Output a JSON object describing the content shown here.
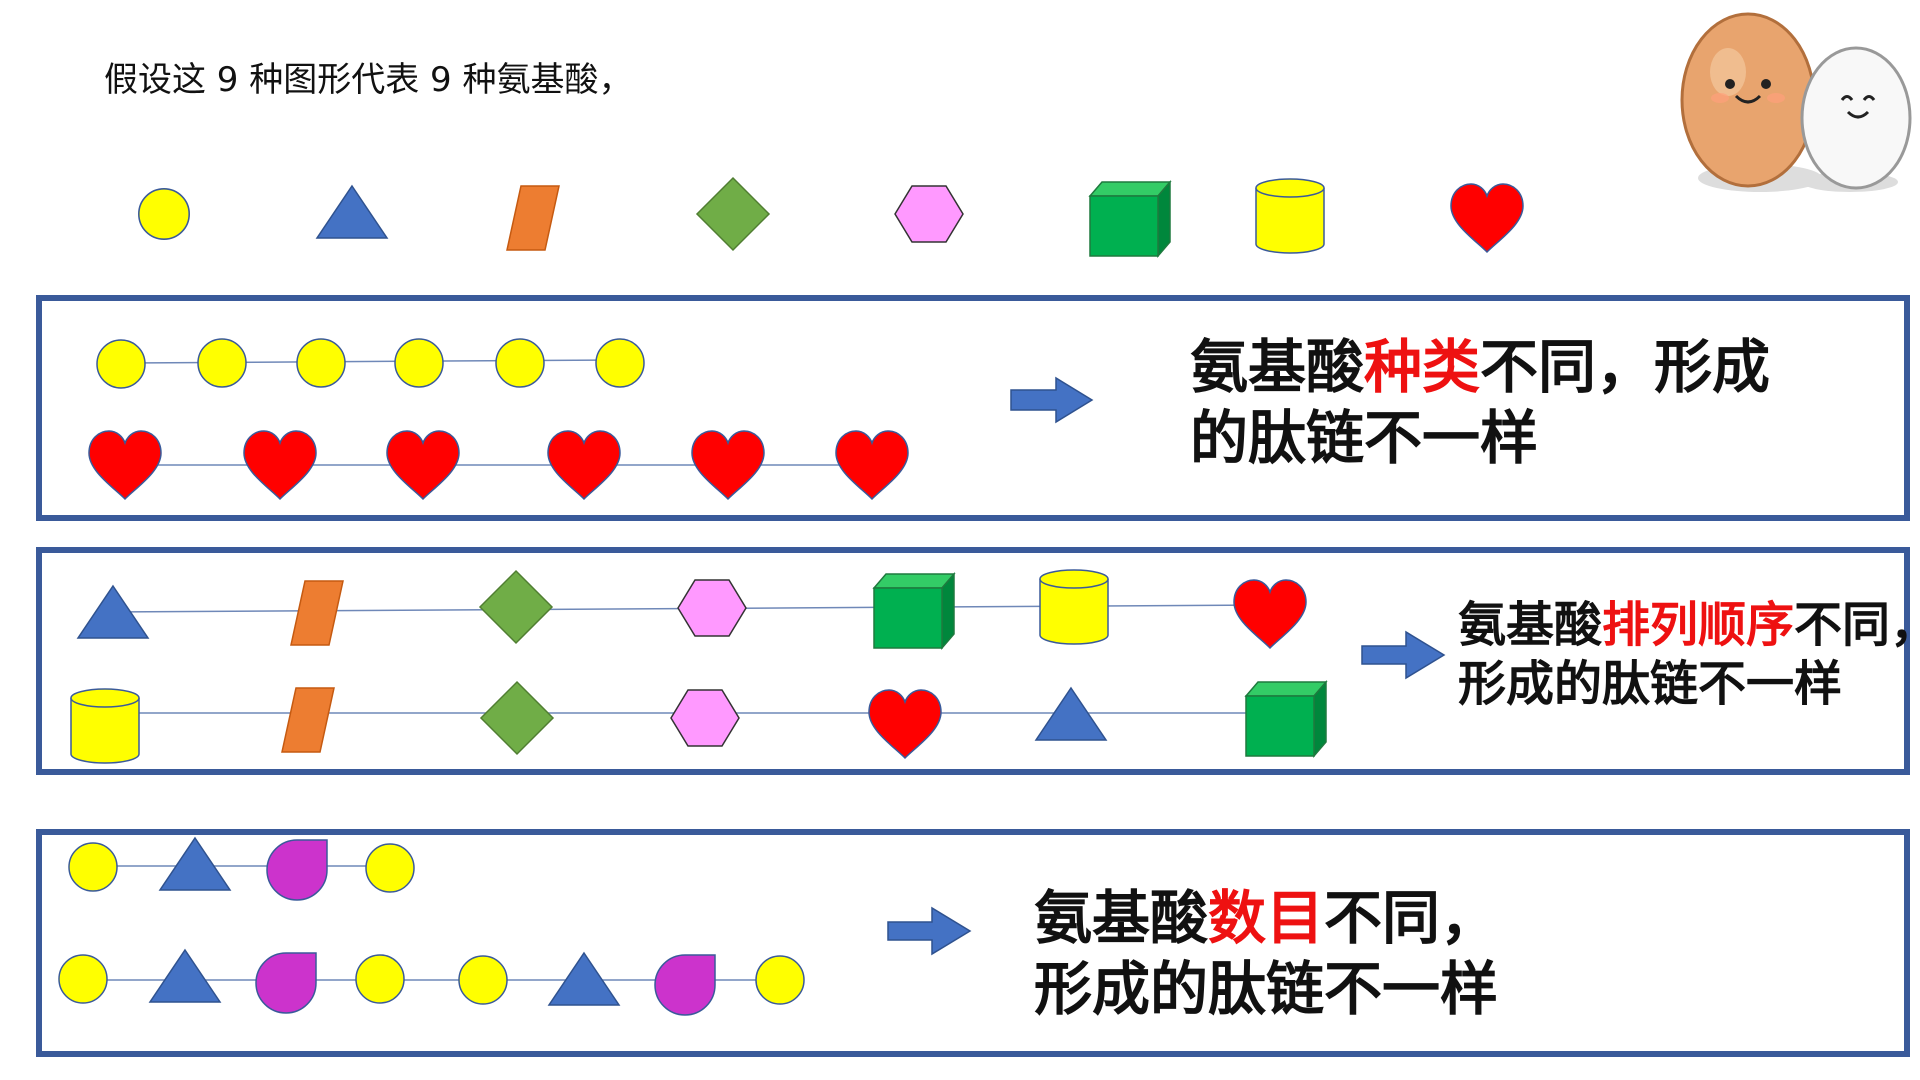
{
  "intro": {
    "text": "假设这 9 种图形代表 9 种氨基酸，"
  },
  "shape_legend": [
    "yellow-circle",
    "blue-triangle",
    "orange-parallelogram",
    "green-diamond",
    "pink-hexagon",
    "green-cube",
    "yellow-cylinder",
    "red-heart"
  ],
  "panels": [
    {
      "caption": {
        "line1_pre": "氨基酸",
        "highlight": "种类",
        "line1_post": "不同，形成",
        "line2": "的肽链不一样"
      },
      "rows": [
        [
          "circle",
          "circle",
          "circle",
          "circle",
          "circle",
          "circle"
        ],
        [
          "heart",
          "heart",
          "heart",
          "heart",
          "heart",
          "heart"
        ]
      ]
    },
    {
      "caption": {
        "line1_pre": "氨基酸",
        "highlight": "排列顺序",
        "line1_post": "不同，",
        "line2": "形成的肽链不一样"
      },
      "rows": [
        [
          "triangle",
          "parallelogram",
          "diamond",
          "hexagon",
          "cube",
          "cylinder",
          "heart"
        ],
        [
          "cylinder",
          "parallelogram",
          "diamond",
          "hexagon",
          "heart",
          "triangle",
          "cube"
        ]
      ]
    },
    {
      "caption": {
        "line1_pre": "氨基酸",
        "highlight": "数目",
        "line1_post": "不同，",
        "line2": "形成的肽链不一样"
      },
      "rows": [
        [
          "circle",
          "triangle",
          "drop",
          "circle"
        ],
        [
          "circle",
          "triangle",
          "drop",
          "circle",
          "circle",
          "triangle",
          "drop",
          "circle"
        ]
      ]
    }
  ],
  "colors": {
    "frame": "#3a5a9a",
    "arrow": "#4472c4",
    "circle": "#ffff00",
    "triangle": "#4472c4",
    "parallelogram": "#ed7d31",
    "diamond": "#70ad47",
    "hexagon": "#ff99ff",
    "cube": "#00b050",
    "cylinder": "#ffff00",
    "heart": "#ff0000",
    "drop": "#cc33cc",
    "highlight": "#ee1111"
  },
  "mascot": "egg-couple-icon"
}
